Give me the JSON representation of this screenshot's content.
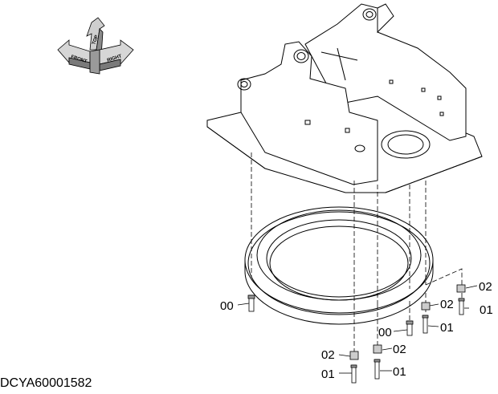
{
  "orientation": {
    "top": "TOP",
    "front": "FRONT",
    "right": "RIGHT",
    "icon": "orientation-arrows-icon"
  },
  "callouts": {
    "c00_left": "00",
    "c00_mid": "00",
    "c01_right_upper": "01",
    "c01_right_mid": "01",
    "c01_bottom_left": "01",
    "c01_bottom_right": "01",
    "c02_right_upper": "02",
    "c02_right_mid": "02",
    "c02_bottom_left": "02",
    "c02_bottom_right": "02"
  },
  "drawing_id": "DCYA60001582"
}
